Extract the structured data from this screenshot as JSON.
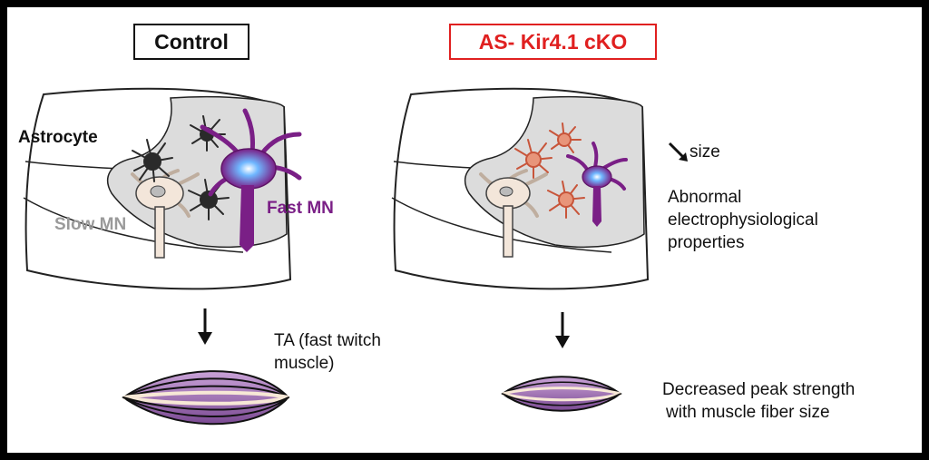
{
  "panels": {
    "control": {
      "title": "Control"
    },
    "knockout": {
      "title": "AS- Kir4.1 cKO"
    }
  },
  "labels": {
    "astrocyte": "Astrocyte",
    "slow_mn": "Slow MN",
    "fast_mn": "Fast MN",
    "size": "size",
    "abnormal_lines": [
      "Abnormal",
      "electrophysiological",
      "properties"
    ],
    "ta_lines": [
      "TA (fast twitch",
      "muscle)"
    ],
    "decreased_lines": [
      "Decreased peak strength",
      "with muscle fiber size"
    ]
  },
  "colors": {
    "frame": "#000000",
    "control_border": "#111111",
    "ko_border": "#e02020",
    "fast_mn": "#7a1f86",
    "slow_mn_fill": "#f3e6da",
    "slow_mn_label": "#9a9a9a",
    "astrocyte_control": "#2a2a2a",
    "astrocyte_ko": "#e8957a",
    "gray_matter": "#dcdcdc",
    "muscle": "#a070b4"
  }
}
